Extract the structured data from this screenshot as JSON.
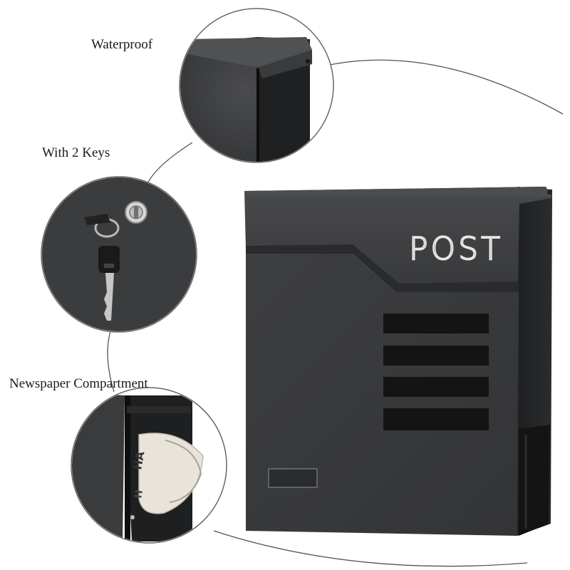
{
  "features": {
    "waterproof": "Waterproof",
    "keys": "With 2 Keys",
    "newspaper": "Newspaper Compartment"
  },
  "mailbox": {
    "lid_text": "POST",
    "body_color": "#3b3c3e",
    "lid_color": "#404143",
    "text_color": "#e6e6e6"
  },
  "icons": [
    "mailbox-image",
    "key-icon",
    "lock-cylinder-icon",
    "newspaper-roll-icon"
  ]
}
